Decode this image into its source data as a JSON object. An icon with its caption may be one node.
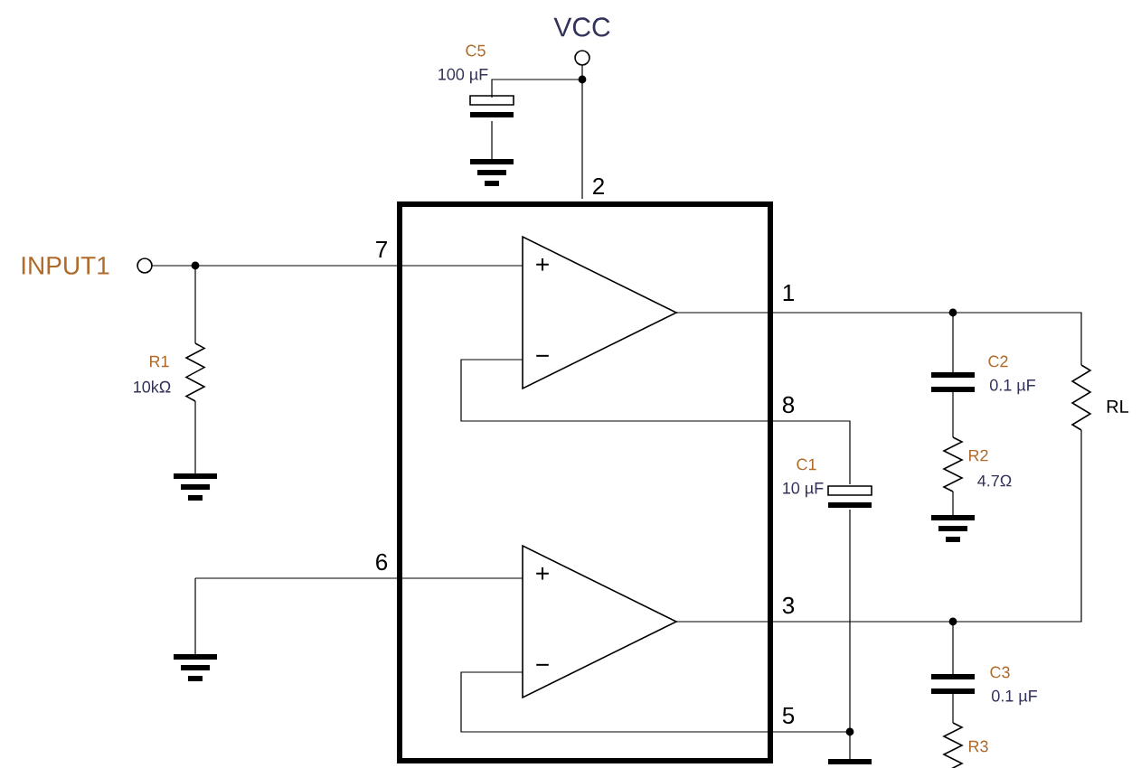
{
  "diagram": {
    "nodes": [
      {
        "text": [],
        "shape": "box"
      },
      {
        "text": [
          "+",
          "−"
        ],
        "in": 0
      },
      {
        "text": [
          "+",
          "−"
        ],
        "in": 0
      }
    ],
    "labels": [
      "VCC",
      "C5",
      "100 µF",
      "2",
      "INPUT1",
      "7",
      "R1",
      "10kΩ",
      "1",
      "C2",
      "0.1 µF",
      "RL",
      "8",
      "C1",
      "10 µF",
      "R2",
      "4.7Ω",
      "6",
      "3",
      "C3",
      "0.1 µF",
      "5",
      "R3"
    ]
  }
}
